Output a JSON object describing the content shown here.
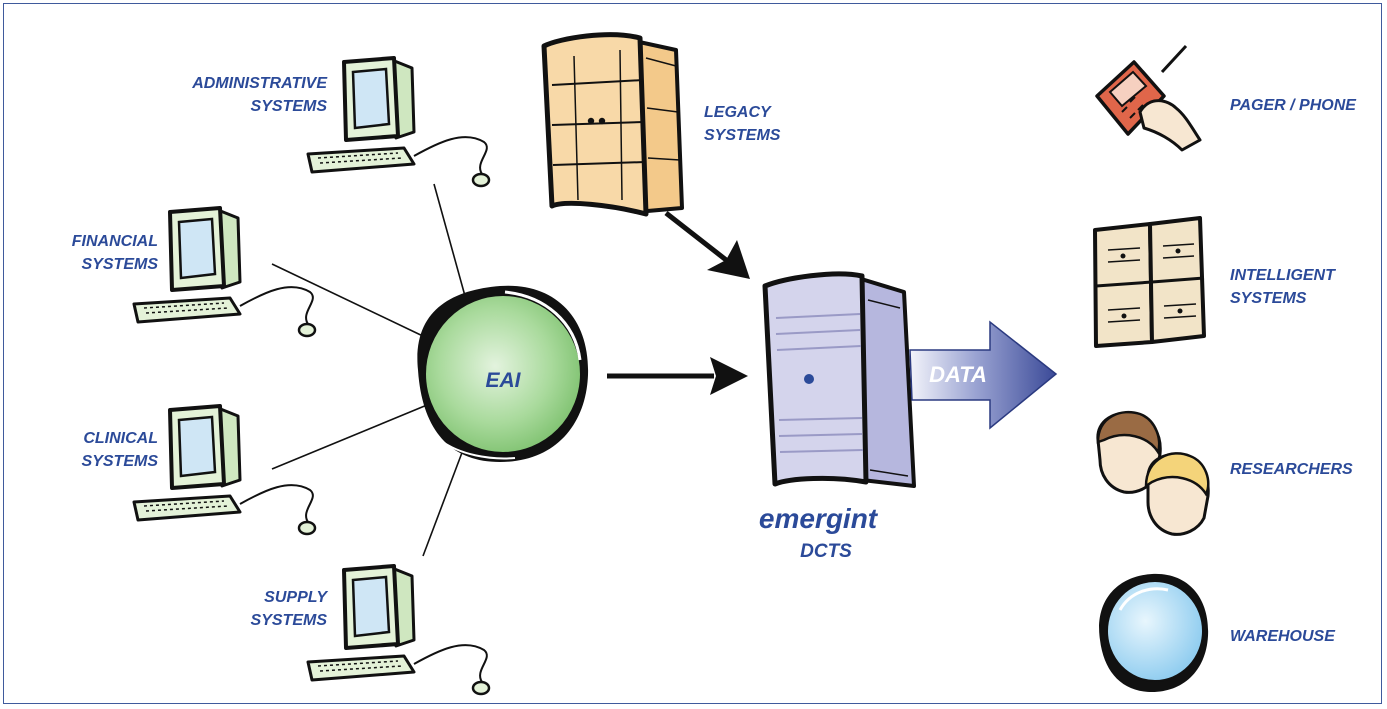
{
  "colors": {
    "label": "#2b4a99",
    "border": "#3f5a9c",
    "eai_fill": "#9cd48e",
    "monitor_screen": "#cfe6f5",
    "monitor_body": "#dff0d0",
    "legacy_fill": "#f8d9a8",
    "dcts_fill": "#c9c9e6",
    "data_arrow": "#4a5aa6",
    "intelligent_fill": "#f2e4c8",
    "warehouse_fill": "#a9d7f2",
    "phone_fill": "#e0664a"
  },
  "sources": [
    {
      "line1": "ADMINISTRATIVE",
      "line2": "SYSTEMS"
    },
    {
      "line1": "FINANCIAL",
      "line2": "SYSTEMS"
    },
    {
      "line1": "CLINICAL",
      "line2": "SYSTEMS"
    },
    {
      "line1": "SUPPLY",
      "line2": "SYSTEMS"
    }
  ],
  "hub": {
    "label": "EAI"
  },
  "legacy": {
    "line1": "LEGACY",
    "line2": "SYSTEMS"
  },
  "dcts": {
    "brand": "emergint",
    "name": "DCTS"
  },
  "data_arrow": {
    "label": "DATA"
  },
  "destinations": [
    {
      "line1": "PAGER / PHONE",
      "line2": "",
      "icon": "phone-icon"
    },
    {
      "line1": "INTELLIGENT",
      "line2": "SYSTEMS",
      "icon": "cabinet-icon"
    },
    {
      "line1": "RESEARCHERS",
      "line2": "",
      "icon": "people-icon"
    },
    {
      "line1": "WAREHOUSE",
      "line2": "",
      "icon": "database-icon"
    }
  ]
}
